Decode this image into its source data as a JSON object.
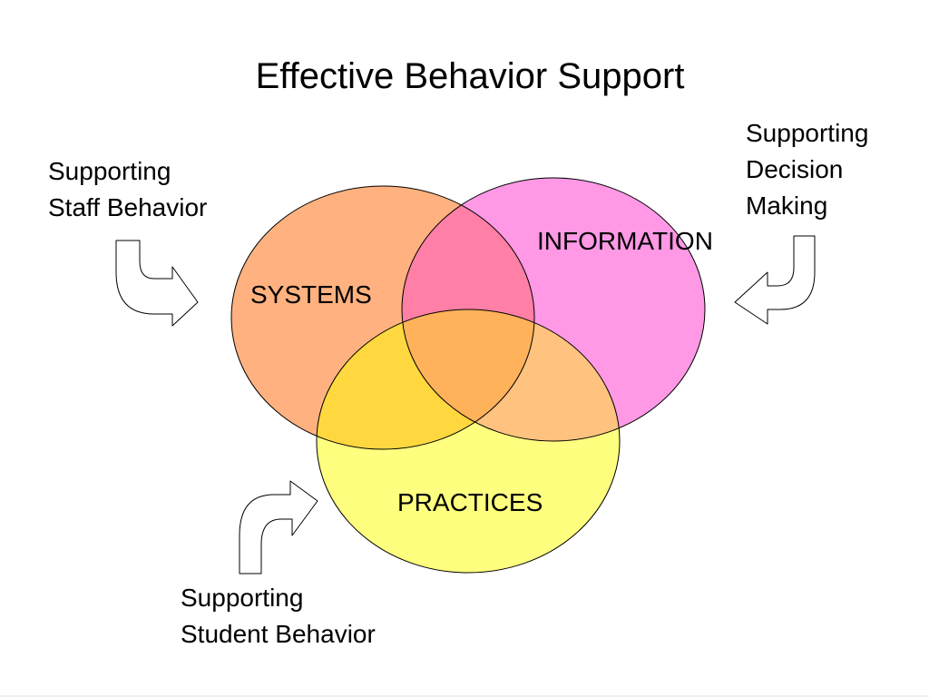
{
  "title": "Effective Behavior Support",
  "circles": {
    "systems": {
      "label": "SYSTEMS",
      "color": "#FFB27F"
    },
    "information": {
      "label": "INFORMATION",
      "color": "#FF99E5"
    },
    "practices": {
      "label": "PRACTICES",
      "color": "#FFFF7F"
    }
  },
  "overlap_colors": {
    "systems_information": "#FF7FA6",
    "systems_practices": "#FFD83F",
    "information_practices": "#FFC27F",
    "center": "#FFB25A"
  },
  "captions": {
    "staff": [
      "Supporting",
      "Staff Behavior"
    ],
    "decision": [
      "Supporting",
      "Decision",
      "Making"
    ],
    "student": [
      "Supporting",
      "Student Behavior"
    ]
  },
  "arrow_icons": [
    "arrow-curved-right-icon",
    "arrow-curved-left-icon",
    "arrow-curved-up-right-icon"
  ]
}
